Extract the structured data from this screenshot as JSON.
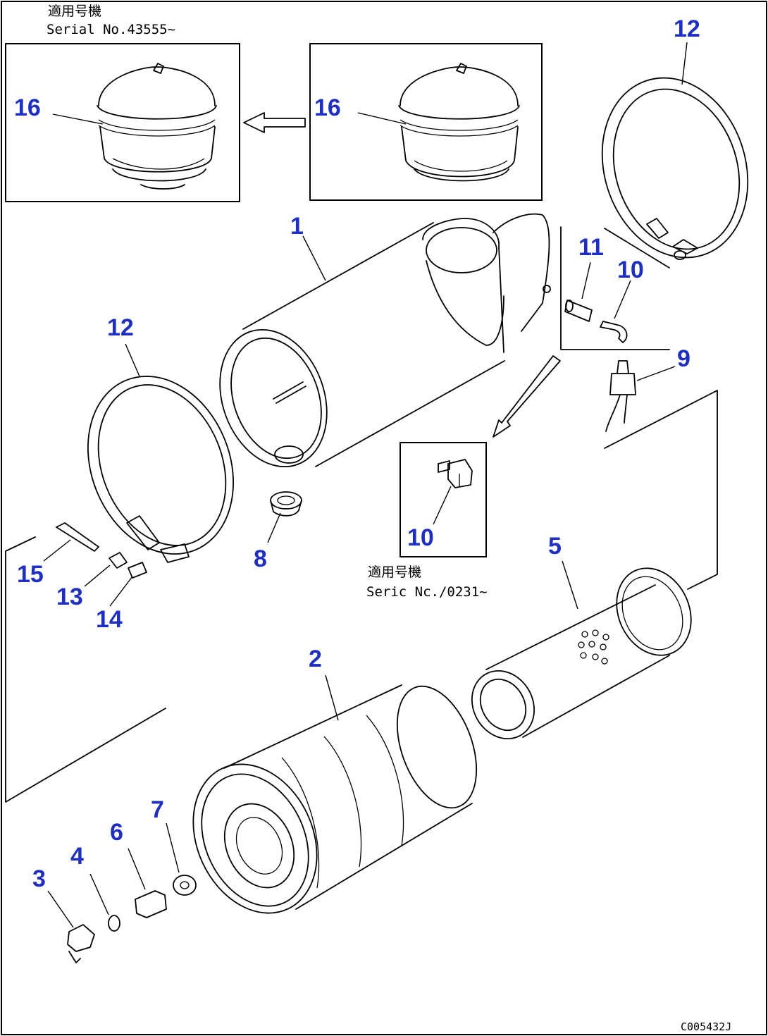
{
  "notes": {
    "top_left_line1": "適用号機",
    "top_left_line2": "Serial No.43555~",
    "mid_line1": "適用号機",
    "mid_line2": "Seric  Nc./0231~"
  },
  "drawing_code": "C005432J",
  "callouts": {
    "n1": "1",
    "n2": "2",
    "n3": "3",
    "n4": "4",
    "n5": "5",
    "n6": "6",
    "n7": "7",
    "n8": "8",
    "n9": "9",
    "n10_top": "10",
    "n10_box": "10",
    "n11": "11",
    "n12_right": "12",
    "n12_left": "12",
    "n13": "13",
    "n14": "14",
    "n15": "15",
    "n16_left": "16",
    "n16_right": "16"
  },
  "colors": {
    "callout": "#1f2fbf",
    "line": "#000000"
  }
}
